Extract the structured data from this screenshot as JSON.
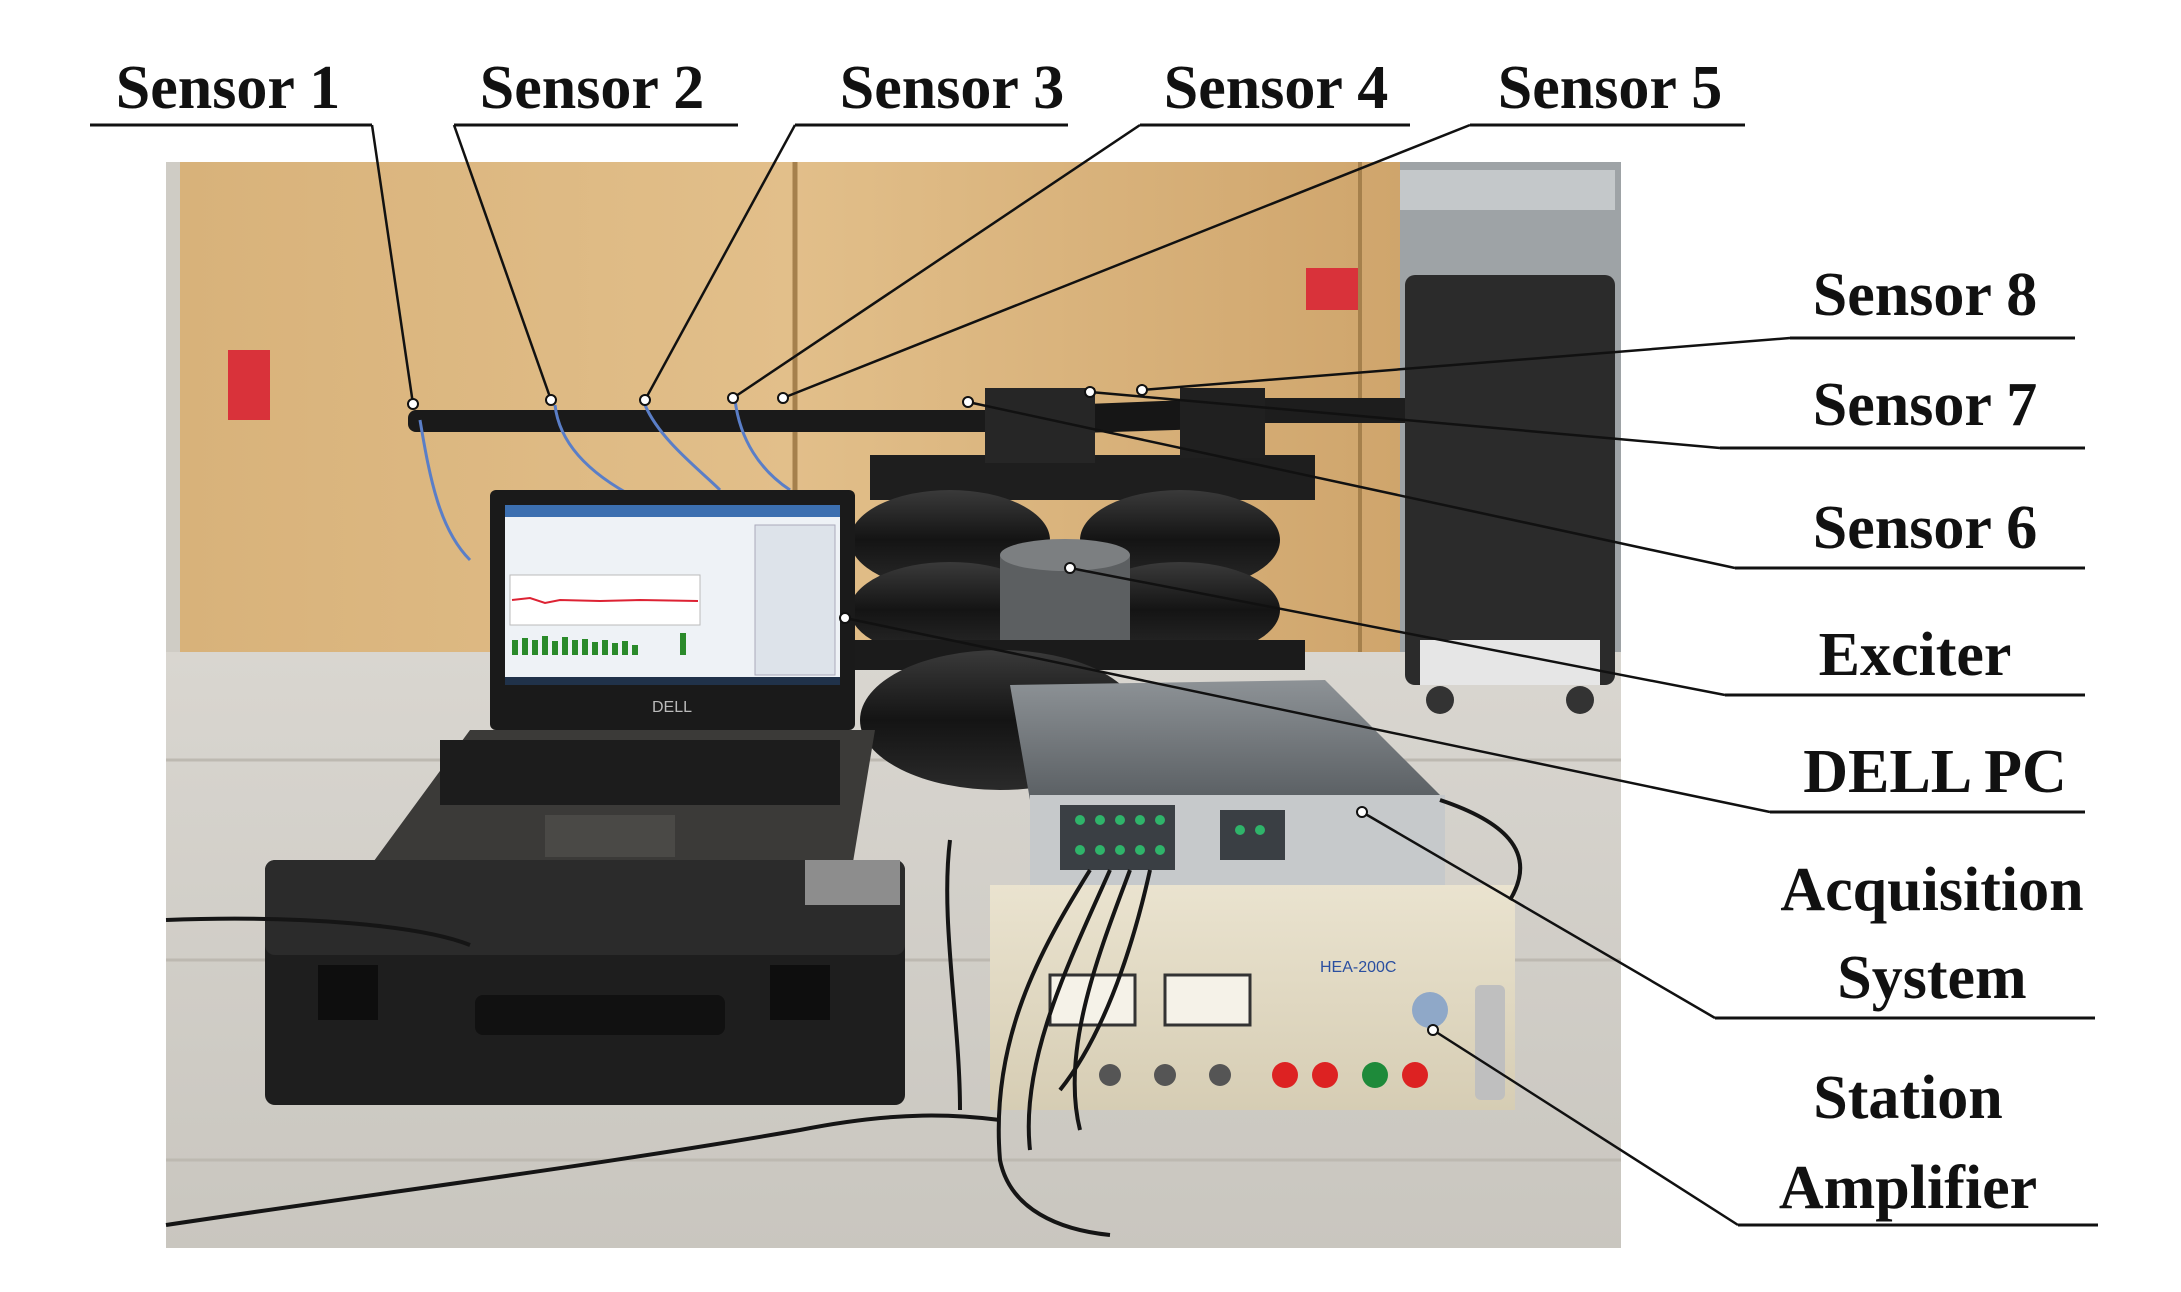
{
  "top_labels": [
    "Sensor 1",
    "Sensor 2",
    "Sensor 3",
    "Sensor 4",
    "Sensor 5"
  ],
  "right_labels": [
    [
      "Sensor 8"
    ],
    [
      "Sensor 7"
    ],
    [
      "Sensor 6"
    ],
    [
      "Exciter"
    ],
    [
      "DELL PC"
    ],
    [
      "Acquisition",
      "System"
    ],
    [
      "Station",
      "Amplifier"
    ]
  ],
  "photo_brand": "DELL",
  "amplifier_model": "HEA-200C"
}
